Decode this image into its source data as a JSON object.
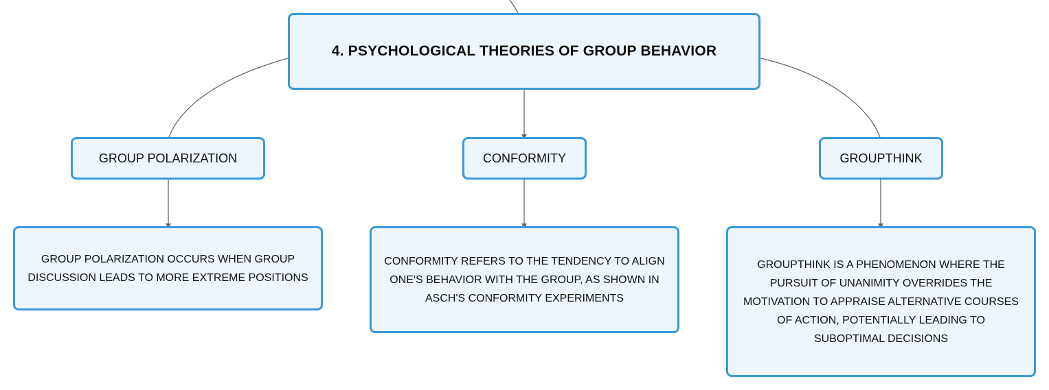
{
  "root": {
    "label": "4. PSYCHOLOGICAL THEORIES OF GROUP BEHAVIOR"
  },
  "topics": [
    {
      "label": "GROUP POLARIZATION",
      "detail_lines": [
        "GROUP POLARIZATION OCCURS WHEN GROUP",
        "DISCUSSION LEADS TO MORE EXTREME POSITIONS"
      ]
    },
    {
      "label": "CONFORMITY",
      "detail_lines": [
        "CONFORMITY REFERS TO THE TENDENCY TO ALIGN",
        "ONE'S BEHAVIOR WITH THE GROUP, AS SHOWN IN",
        "ASCH'S CONFORMITY EXPERIMENTS"
      ]
    },
    {
      "label": "GROUPTHINK",
      "detail_lines": [
        "GROUPTHINK IS A PHENOMENON WHERE THE",
        "PURSUIT OF UNANIMITY OVERRIDES THE",
        "MOTIVATION TO APPRAISE ALTERNATIVE COURSES",
        "OF ACTION, POTENTIALLY LEADING TO",
        "SUBOPTIMAL DECISIONS"
      ]
    }
  ],
  "colors": {
    "node_border": "#3a9ad9",
    "node_fill": "#eef6fd",
    "connector": "#666666",
    "text": "#111111"
  }
}
